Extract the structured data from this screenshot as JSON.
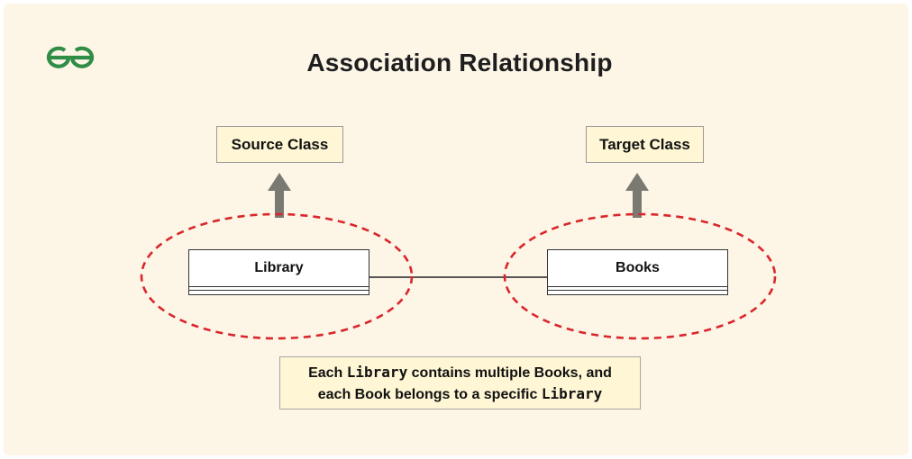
{
  "title": "Association Relationship",
  "labels": {
    "source": "Source Class",
    "target": "Target Class"
  },
  "classes": {
    "left": "Library",
    "right": "Books"
  },
  "caption": {
    "line1": {
      "p1": "Each ",
      "code1": "Library",
      "p2": " contains multiple Books, and"
    },
    "line2": {
      "p1": "each Book belongs to a specific ",
      "code1": "Library"
    }
  },
  "colors": {
    "background": "#fdf5e6",
    "logo": "#2f8d46",
    "dashed_ellipse": "#d9262b",
    "arrow": "#7a7a72",
    "label_fill": "#fef6d4"
  },
  "icons": {
    "logo": "geeksforgeeks-logo-icon"
  }
}
